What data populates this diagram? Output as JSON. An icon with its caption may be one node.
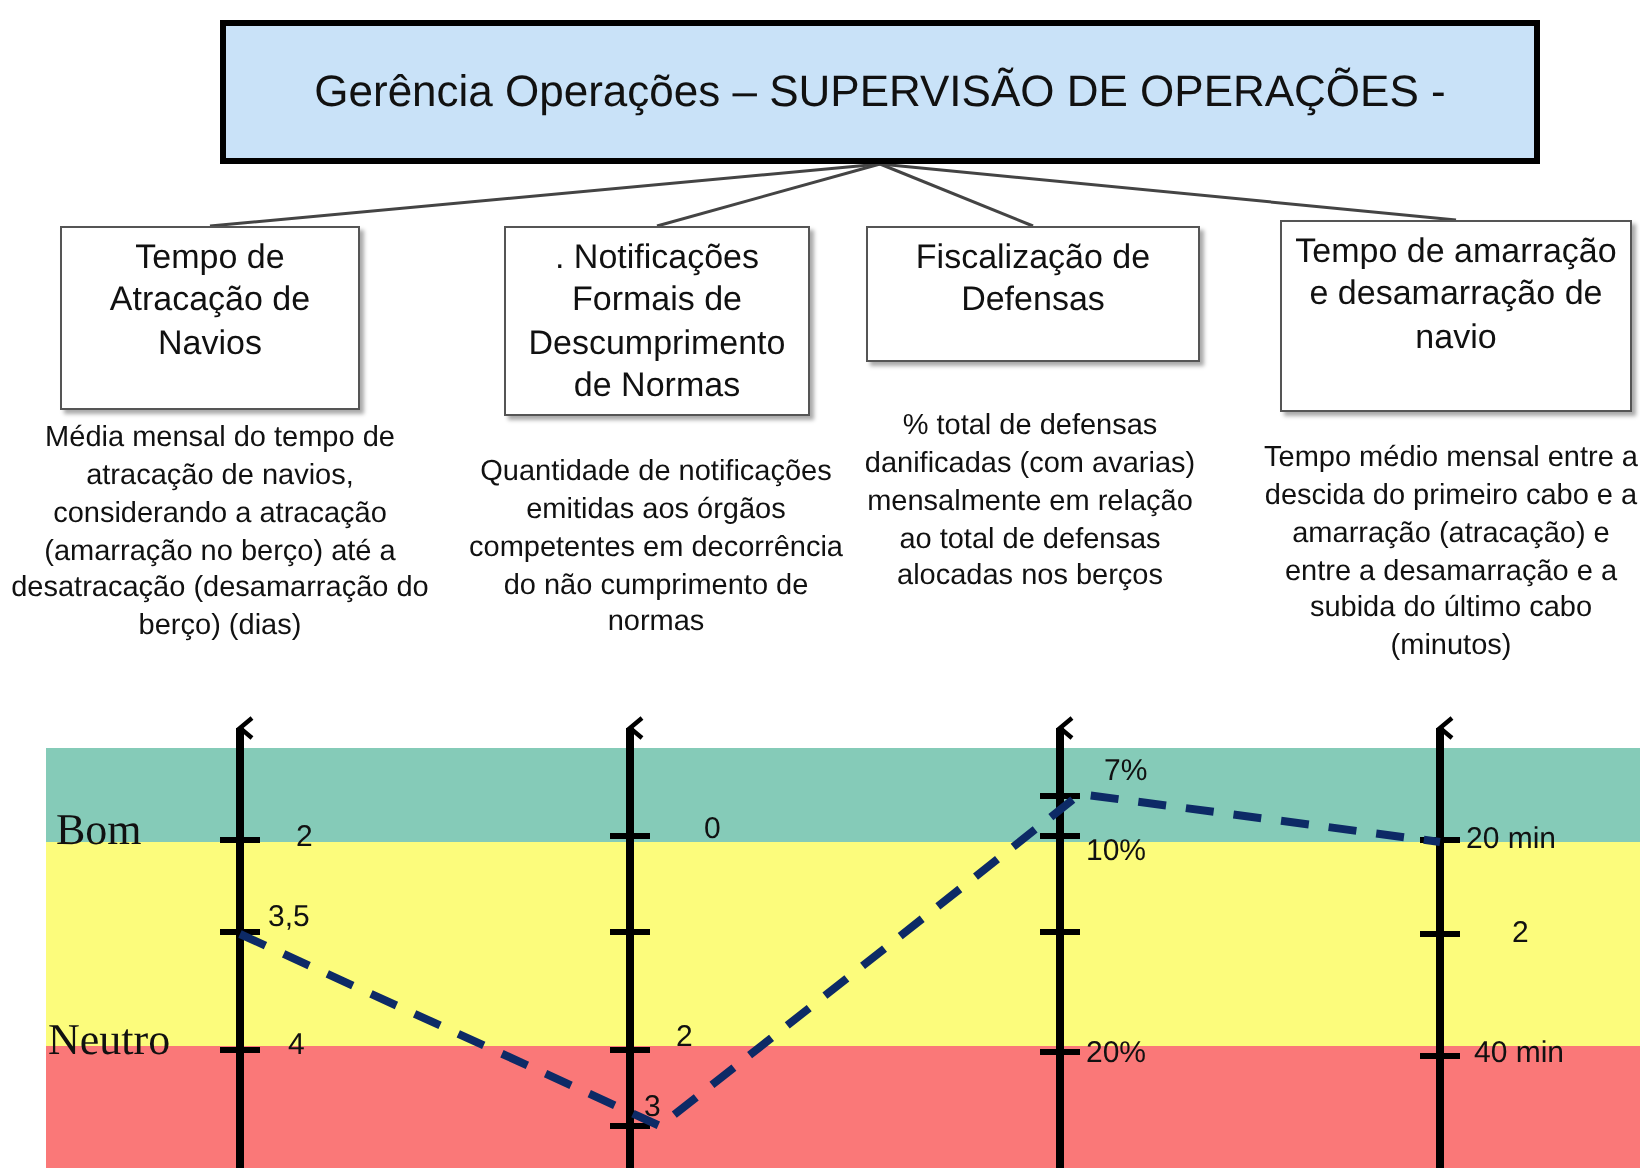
{
  "diagram": {
    "nodes": [
      {
        "text": [
          "Gerência Operações – SUPERVISÃO DE OPERAÇÕES -"
        ]
      },
      {
        "text": [
          "Tempo de Atracação de Navios"
        ],
        "beside": [
          "Média mensal do tempo de atracação de navios, considerando a atracação (amarração no berço) até a desatracação (desamarração do berço) (dias)"
        ]
      },
      {
        "text": [
          ". Notificações Formais de Descumprimento de Normas"
        ],
        "beside": [
          "Quantidade de notificações emitidas aos órgãos competentes em decorrência do não cumprimento de normas"
        ]
      },
      {
        "text": [
          "Fiscalização de Defensas"
        ],
        "beside": [
          "% total de defensas danificadas (com avarias) mensalmente em relação ao total de defensas alocadas nos berços"
        ]
      },
      {
        "text": [
          "Tempo de amarração e desamarração de navio"
        ],
        "beside": [
          "Tempo médio mensal entre a descida do primeiro cabo e a amarração (atracação) e entre a desamarração e a subida do último cabo (minutos)"
        ]
      }
    ],
    "edges": [
      {
        "from": 0,
        "to": 1,
        "arrow": "none"
      },
      {
        "from": 0,
        "to": 2,
        "arrow": "none"
      },
      {
        "from": 0,
        "to": 3,
        "arrow": "none"
      },
      {
        "from": 0,
        "to": 4,
        "arrow": "none"
      }
    ],
    "labels": [
      "Bom",
      "2",
      "0",
      "7%",
      "10%",
      "20 min",
      "3,5",
      "2",
      "Neutro",
      "4",
      "2",
      "20%",
      "40 min",
      "3"
    ]
  }
}
